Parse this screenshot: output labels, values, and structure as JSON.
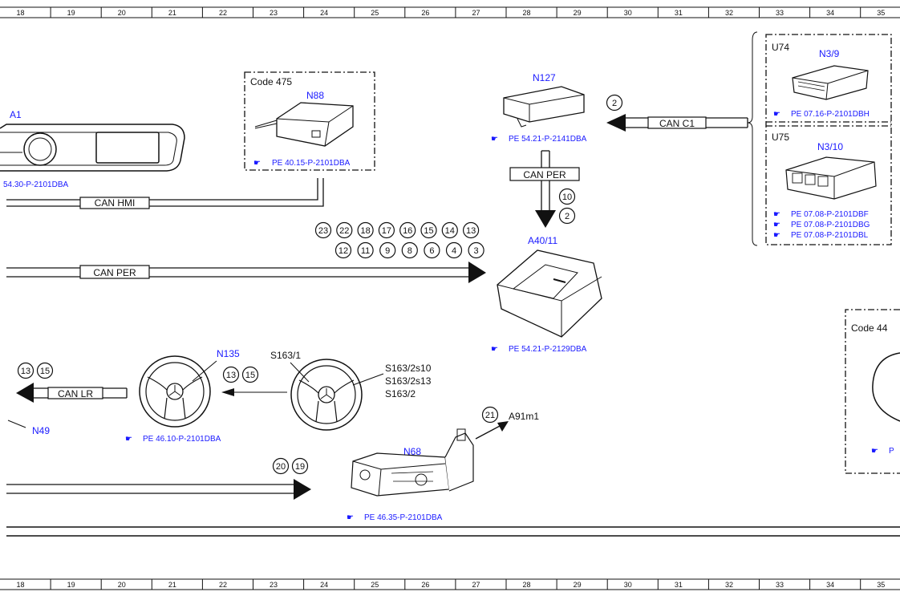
{
  "ruler": [
    "18",
    "19",
    "20",
    "21",
    "22",
    "23",
    "24",
    "25",
    "26",
    "27",
    "28",
    "29",
    "30",
    "31",
    "32",
    "33",
    "34",
    "35"
  ],
  "components": {
    "a1": {
      "label": "A1",
      "ref": "54.30-P-2101DBA"
    },
    "n88": {
      "label": "N88",
      "code": "Code 475",
      "ref": "PE 40.15-P-2101DBA"
    },
    "n127": {
      "label": "N127",
      "ref": "PE 54.21-P-2141DBA"
    },
    "u74": {
      "variant": "U74",
      "label": "N3/9",
      "ref": "PE 07.16-P-2101DBH"
    },
    "u75": {
      "variant": "U75",
      "label": "N3/10",
      "refs": [
        "PE 07.08-P-2101DBF",
        "PE 07.08-P-2101DBG",
        "PE 07.08-P-2101DBL"
      ]
    },
    "a40": {
      "label": "A40/11",
      "ref": "PE 54.21-P-2129DBA"
    },
    "code44": {
      "code": "Code 44",
      "ref": "P"
    },
    "n135": {
      "label": "N135",
      "ref": "PE 46.10-P-2101DBA"
    },
    "s163": {
      "label1": "S163/1",
      "labels": [
        "S163/2s10",
        "S163/2s13",
        "S163/2"
      ]
    },
    "n49": {
      "label": "N49"
    },
    "n68": {
      "label": "N68",
      "ref": "PE 46.35-P-2101DBA"
    },
    "a91": {
      "label": "A91m1"
    }
  },
  "buses": {
    "can_c1": "CAN C1",
    "can_per_v": "CAN PER",
    "can_hmi": "CAN HMI",
    "can_per_h": "CAN PER",
    "can_lr": "CAN LR"
  },
  "circles": {
    "can_c1": [
      "2"
    ],
    "can_per_v": [
      "10",
      "2"
    ],
    "can_per_row1": [
      "23",
      "22",
      "18",
      "17",
      "16",
      "15",
      "14",
      "13"
    ],
    "can_per_row2": [
      "12",
      "11",
      "9",
      "8",
      "6",
      "4",
      "3"
    ],
    "can_lr": [
      "13",
      "15"
    ],
    "n135_arrow": [
      "13",
      "15"
    ],
    "n68_arrow": [
      "20",
      "19"
    ],
    "a91": [
      "21"
    ]
  }
}
